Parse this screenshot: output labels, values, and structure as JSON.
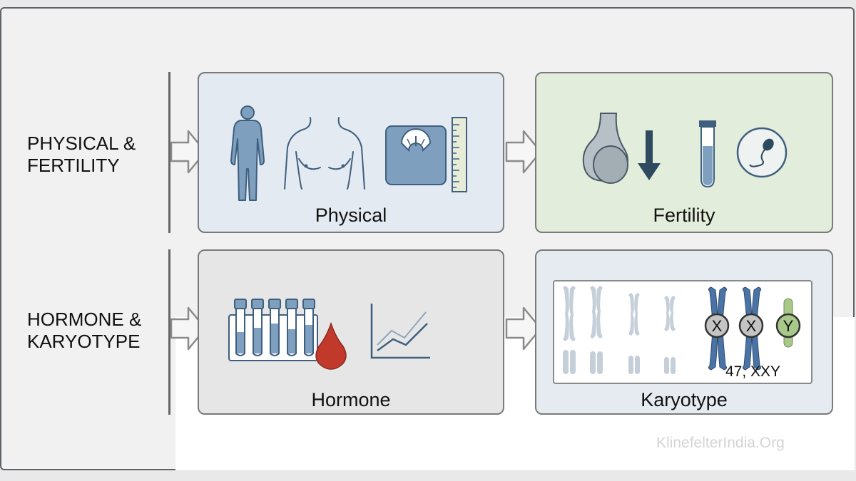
{
  "rows": [
    {
      "label_line1": "PHYSICAL &",
      "label_line2": "FERTILITY"
    },
    {
      "label_line1": "HORMONE &",
      "label_line2": "KARYOTYPE"
    }
  ],
  "panels": {
    "physical": {
      "label": "Physical"
    },
    "fertility": {
      "label": "Fertility"
    },
    "hormone": {
      "label": "Hormone"
    },
    "karyotype": {
      "label": "Karyotype",
      "caption": "47, XXY",
      "chromosomes": [
        "X",
        "X",
        "Y"
      ]
    }
  },
  "icons": [
    "human-body-icon",
    "chest-icon",
    "weight-scale-icon",
    "ruler-icon",
    "testis-icon",
    "down-arrow-icon",
    "test-tube-icon",
    "sperm-icon",
    "blood-tube-rack-icon",
    "blood-drop-icon",
    "line-graph-icon",
    "chromosome-icon"
  ],
  "colors": {
    "slate_blue": "#3f5f7f",
    "icon_fill": "#7f9fbf",
    "blood_red": "#c0392b",
    "chrom_x_fill": "#4a73a6",
    "chrom_y_fill": "#a8c98a"
  },
  "watermark": "KlinefelterIndia.Org"
}
